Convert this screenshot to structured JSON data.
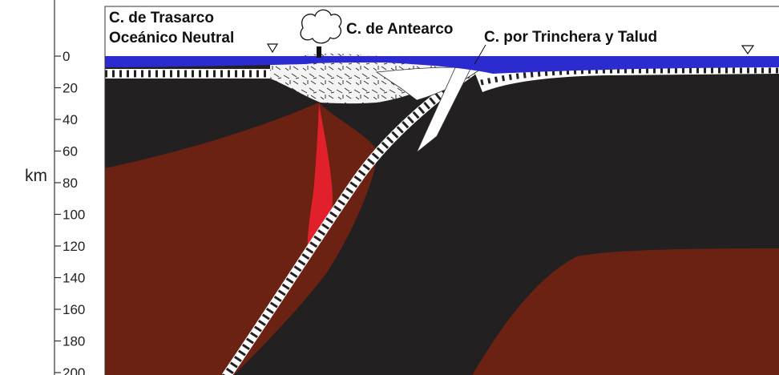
{
  "labels": {
    "backarc_line1": "C. de Trasarco",
    "backarc_line2": "Oceánico Neutral",
    "forearc": "C. de Antearco",
    "trench": "C. por Trinchera y Talud"
  },
  "axis": {
    "unit": "km",
    "ticks": [
      "0",
      "20",
      "40",
      "60",
      "80",
      "100",
      "120",
      "140",
      "160",
      "180",
      "200"
    ]
  },
  "colors": {
    "ocean": "#2b2bd0",
    "mantle": "#222021",
    "asthenosphere": "#6b2212",
    "magma": "#e0202a",
    "crust": "#ffffff"
  }
}
